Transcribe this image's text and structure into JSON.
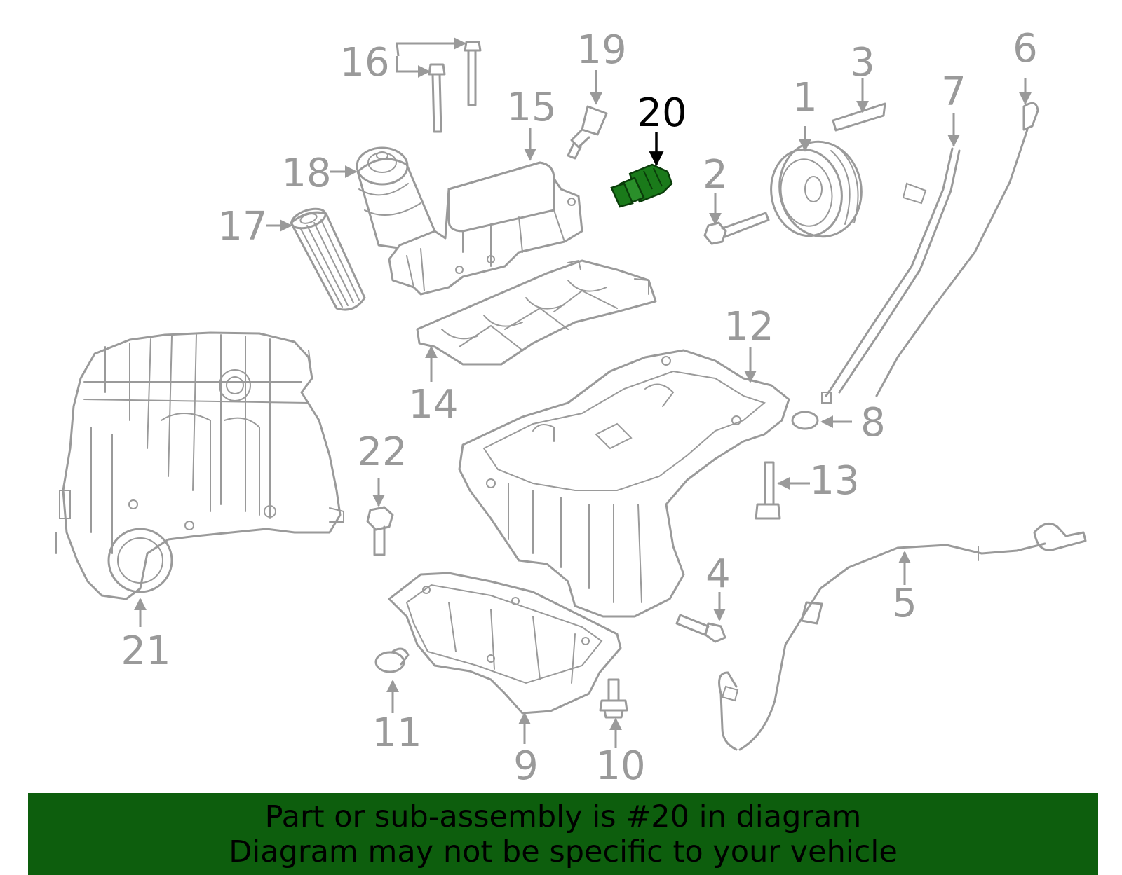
{
  "colors": {
    "part_stroke": "#9a9a9a",
    "highlight_part": "#1a7a1a",
    "highlight_label": "#000000",
    "footer_background": "#0d5e0d"
  },
  "callouts": {
    "c1": "1",
    "c2": "2",
    "c3": "3",
    "c4": "4",
    "c5": "5",
    "c6": "6",
    "c7": "7",
    "c8": "8",
    "c9": "9",
    "c10": "10",
    "c11": "11",
    "c12": "12",
    "c13": "13",
    "c14": "14",
    "c15": "15",
    "c16": "16",
    "c17": "17",
    "c18": "18",
    "c19": "19",
    "c20": "20",
    "c21": "21",
    "c22": "22"
  },
  "highlighted_part": "20",
  "footer": {
    "line1": "Part or sub-assembly is #20 in diagram",
    "line2": "Diagram may not be specific to your vehicle"
  }
}
